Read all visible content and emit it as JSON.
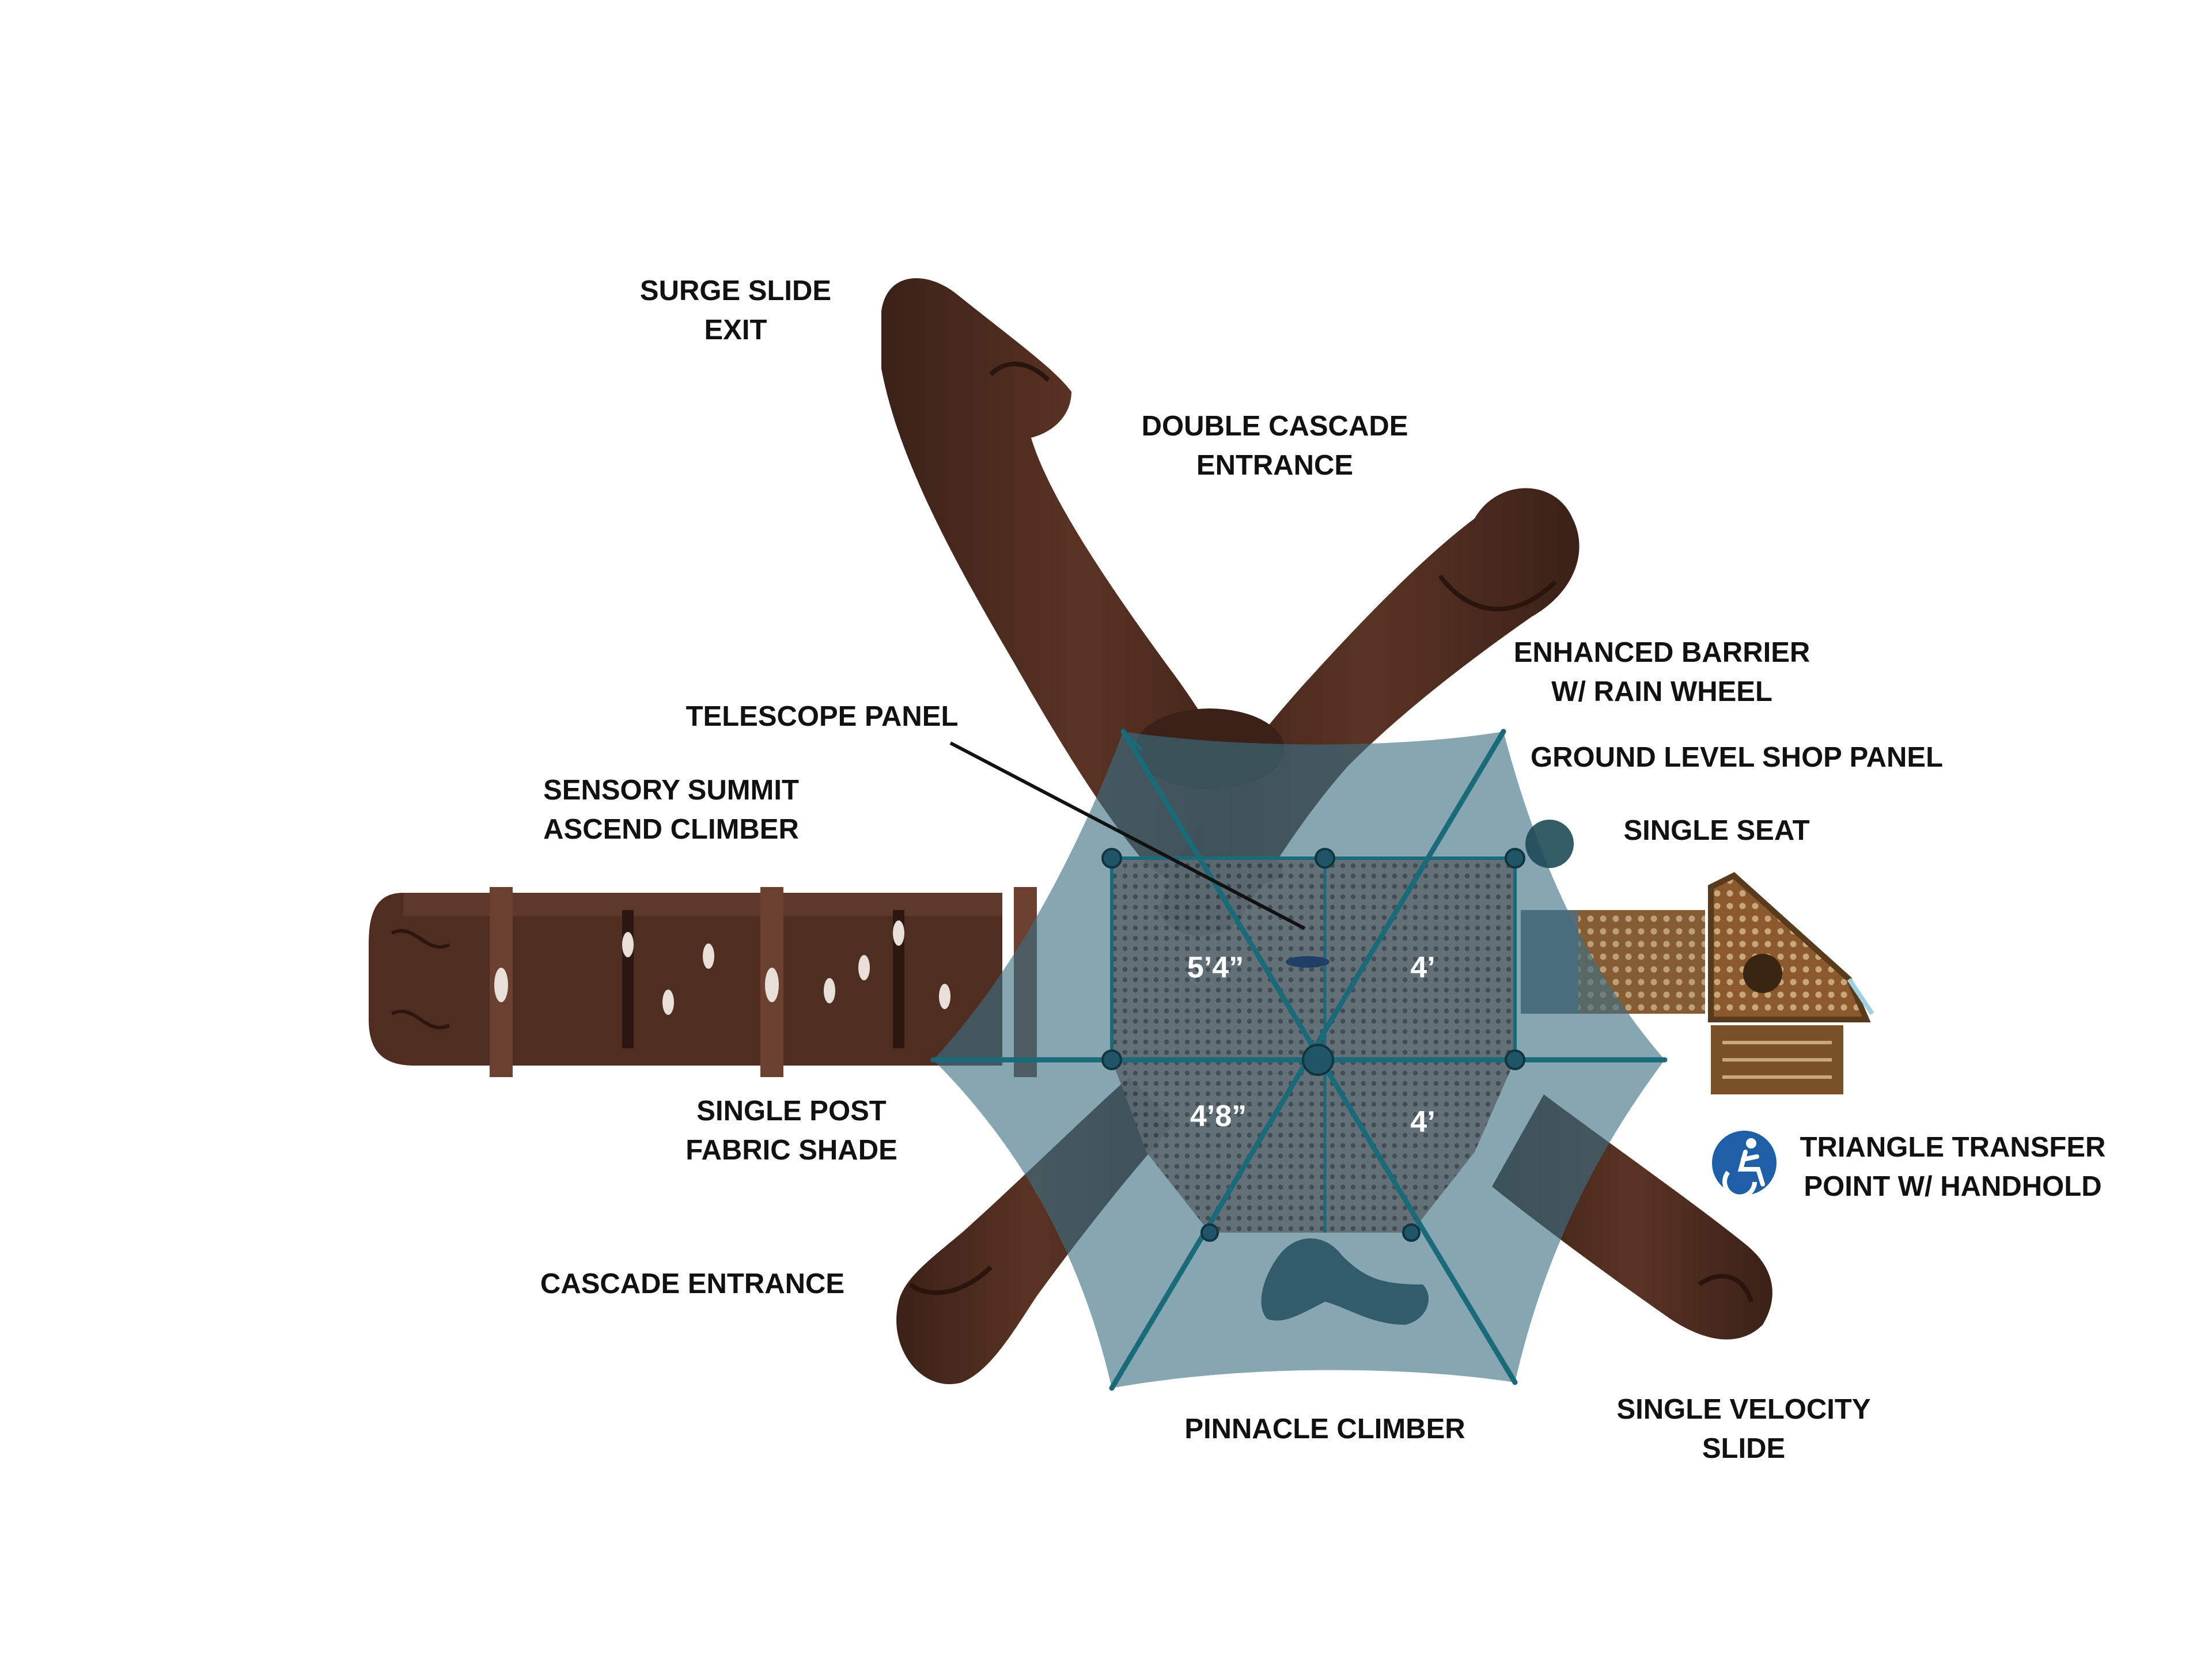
{
  "labels": {
    "surge_slide_exit": [
      "SURGE SLIDE",
      "EXIT"
    ],
    "double_cascade_entrance": [
      "DOUBLE CASCADE",
      "ENTRANCE"
    ],
    "enhanced_barrier": [
      "ENHANCED BARRIER",
      "W/ RAIN WHEEL"
    ],
    "telescope_panel": [
      "TELESCOPE PANEL"
    ],
    "ground_level_shop_panel": [
      "GROUND LEVEL SHOP PANEL"
    ],
    "sensory_summit": [
      "SENSORY SUMMIT",
      "ASCEND CLIMBER"
    ],
    "single_seat": [
      "SINGLE SEAT"
    ],
    "single_post_fabric_shade": [
      "SINGLE POST",
      "FABRIC SHADE"
    ],
    "triangle_transfer": [
      "TRIANGLE TRANSFER",
      "POINT W/ HANDHOLD"
    ],
    "cascade_entrance": [
      "CASCADE ENTRANCE"
    ],
    "pinnacle_climber": [
      "PINNACLE CLIMBER"
    ],
    "single_velocity_slide": [
      "SINGLE VELOCITY",
      "SLIDE"
    ]
  },
  "deck_heights": {
    "deck_nw": "5’4”",
    "deck_ne": "4’",
    "deck_sw": "4’8”",
    "deck_se": "4’"
  },
  "icons": {
    "accessibility": "accessibility-icon"
  },
  "colors": {
    "slide_brown": "#4a2a1e",
    "shade_blue": "#3b6f82",
    "deck_gray": "#5b6770",
    "frame_teal": "#1b6a7a",
    "accessibility_blue": "#1f5fa8"
  }
}
